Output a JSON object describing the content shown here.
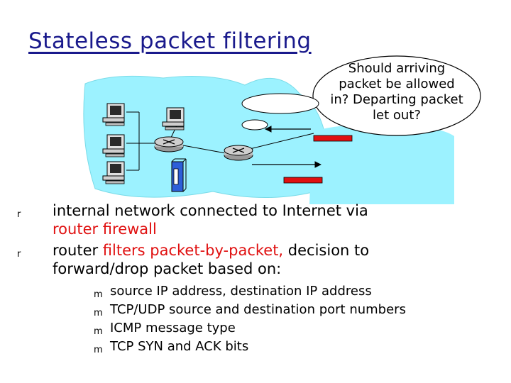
{
  "title": "Stateless packet filtering",
  "bubble": {
    "lines": [
      "Should arriving",
      "packet be allowed",
      "in? Departing packet",
      "let out?"
    ]
  },
  "bullet_marker": "r",
  "sub_marker": "m",
  "bullets": [
    {
      "line1": "internal network connected to Internet via",
      "line2_red": "router firewall"
    },
    {
      "pre": "router ",
      "red": "filters packet-by-packet,",
      "post": " decision to",
      "line2": "forward/drop packet based on:"
    }
  ],
  "sub_bullets": [
    "source IP address, destination IP address",
    "TCP/UDP source and destination port numbers",
    "ICMP message type",
    "TCP SYN and ACK bits"
  ],
  "colors": {
    "title": "#1a1a8c",
    "network_bg": "#9cf2ff",
    "packet_red": "#e01010",
    "firewall_blue": "#2d5fd8"
  },
  "icons": [
    "computer-icon",
    "router-icon",
    "firewall-icon",
    "packet-icon"
  ]
}
